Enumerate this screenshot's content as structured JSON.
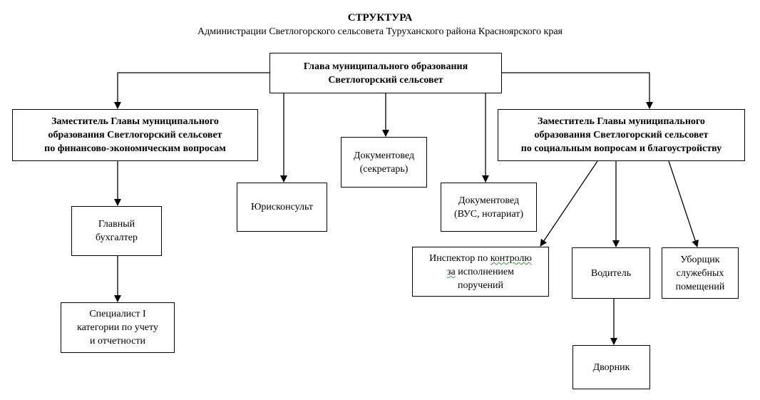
{
  "header": {
    "title": "СТРУКТУРА",
    "subtitle": "Администрации Светлогорского сельсовета Туруханского района Красноярского края"
  },
  "nodes": {
    "head": "Глава муниципального образования\nСветлогорский сельсовет",
    "deputy_finance": "Заместитель Главы муниципального\nобразования Светлогорский сельсовет\nпо финансово-экономическим  вопросам",
    "deputy_social": "Заместитель Главы муниципального\nобразования Светлогорский сельсовет\nпо социальным вопросам и благоустройству",
    "doc_secretary": "Документовед\n(секретарь)",
    "lawyer": "Юрисконсульт",
    "doc_vus": "Документовед\n(ВУС, нотариат)",
    "chief_accountant": "Главный\nбухгалтер",
    "specialist": "Специалист I\nкатегории по учету\nи отчетности",
    "inspector_line1": "Инспектор по ",
    "inspector_word2": "контролю",
    "inspector_line2_word": "за",
    "inspector_line2_rest": " исполнением",
    "inspector_line3": "поручений",
    "driver": "Водитель",
    "cleaner": "Уборщик\nслужебных\nпомещений",
    "janitor": "Дворник"
  }
}
